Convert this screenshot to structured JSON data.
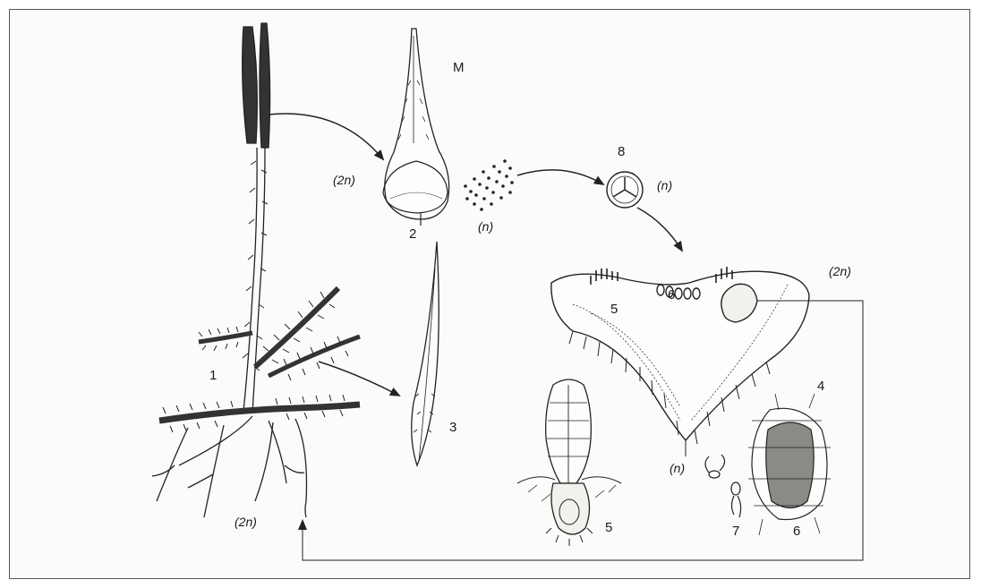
{
  "labels": {
    "n1": "1",
    "n2": "2",
    "n3": "3",
    "n4": "4",
    "n5a": "5",
    "n5b": "5",
    "n6a": "6",
    "n6b": "6",
    "n7": "7",
    "n8": "8",
    "m": "M",
    "ploidy_2n_sporophyll": "(2n)",
    "ploidy_n_spores": "(n)",
    "ploidy_n_spore": "(n)",
    "ploidy_2n_embryo": "(2n)",
    "ploidy_n_prothallus": "(n)",
    "ploidy_2n_plant": "(2n)"
  }
}
